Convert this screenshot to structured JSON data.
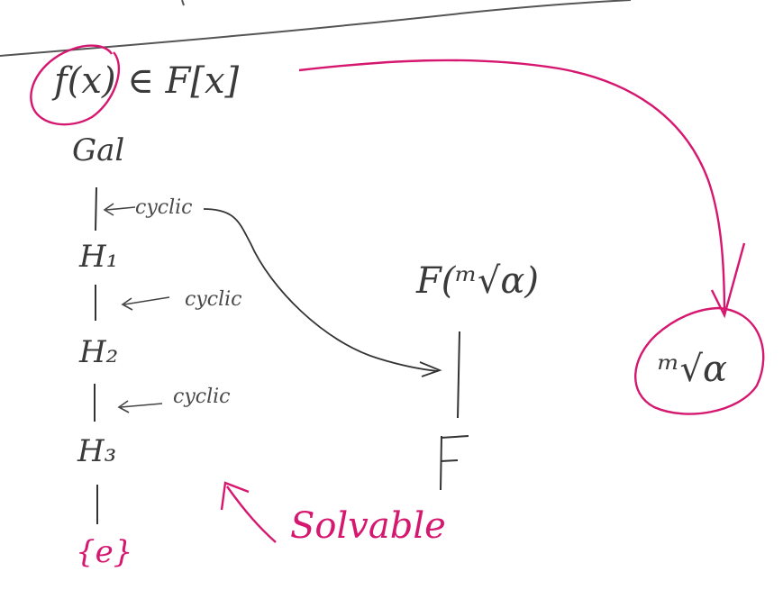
{
  "colors": {
    "ink": "#3a3a3a",
    "highlight": "#d6176f",
    "background": "#ffffff"
  },
  "polynomial": "f(x) ∈ F[x]",
  "tower": {
    "top": "Gal",
    "level1": "H₁",
    "level2": "H₂",
    "level3": "H₃",
    "bottom": "{e}",
    "step_labels": [
      "cyclic",
      "cyclic",
      "cyclic"
    ]
  },
  "solvable_label": "Solvable",
  "field_tower": {
    "top": "F(ᵐ√α)",
    "bottom": "F"
  },
  "radical": "ᵐ√α"
}
